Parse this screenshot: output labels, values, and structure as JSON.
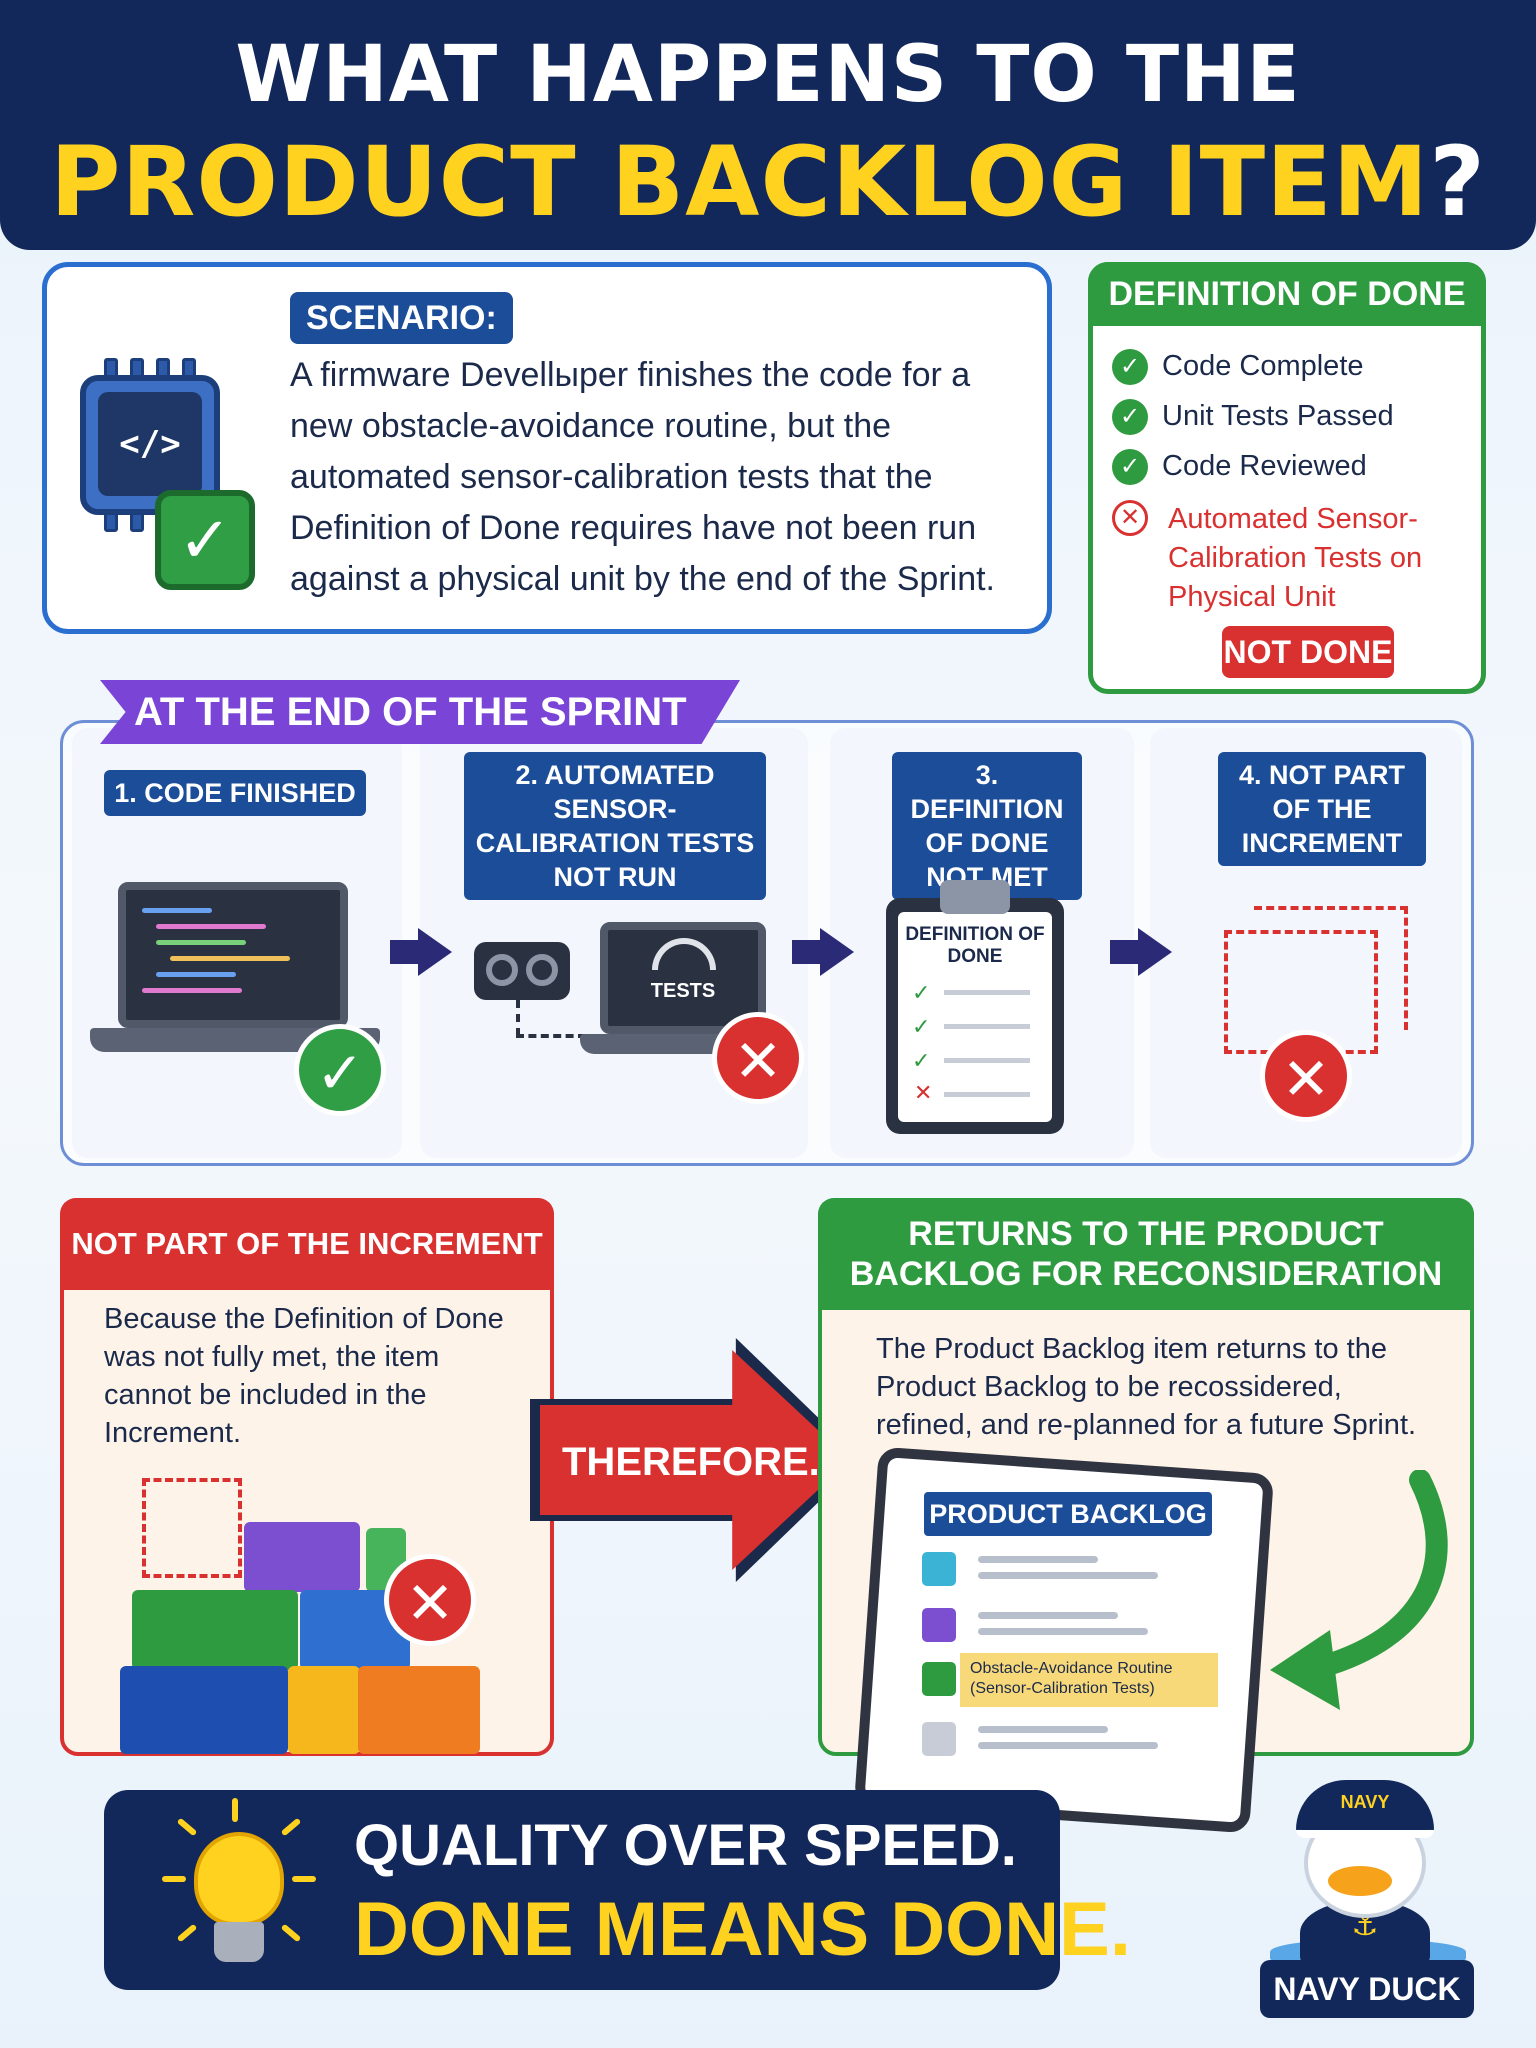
{
  "header": {
    "line1": "WHAT HAPPENS TO THE",
    "line2": "PRODUCT BACKLOG ITEM",
    "question_mark": "?"
  },
  "scenario": {
    "tag": "SCENARIO:",
    "text": "A firmware Devellыper finishes the code for a new obstacle-avoidance routine, but the automated sensor-calibration tests that the Definition of Done requires have not been run against a physical unit by the end of the Sprint.",
    "chip_glyph": "</>"
  },
  "definition_of_done": {
    "title": "DEFINITION OF DONE",
    "items": [
      {
        "label": "Code Complete",
        "status": "done"
      },
      {
        "label": "Unit Tests Passed",
        "status": "done"
      },
      {
        "label": "Code Reviewed",
        "status": "done"
      }
    ],
    "failed_item": "Automated Sensor-Calibration Tests on Physical Unit",
    "verdict": "NOT DONE"
  },
  "sprint": {
    "banner": "AT THE END OF THE SPRINT",
    "steps": [
      {
        "label": "1. CODE FINISHED",
        "result": "ok"
      },
      {
        "label": "2. AUTOMATED SENSOR-CALIBRATION TESTS NOT RUN",
        "result": "fail",
        "gauge_text": "TESTS"
      },
      {
        "label": "3. DEFINITION OF DONE NOT MET",
        "result": "fail",
        "clipboard_title": "DEFINITION OF DONE"
      },
      {
        "label": "4. NOT PART OF THE INCREMENT",
        "result": "fail"
      }
    ]
  },
  "not_part": {
    "title": "NOT PART OF THE INCREMENT",
    "text": "Because the Definition of Done was not fully met, the item cannot be included in the Increment."
  },
  "therefore": "THEREFORE...",
  "returns": {
    "title": "RETURNS TO THE PRODUCT BACKLOG FOR RECONSIDERATION",
    "text": "The Product Backlog item returns to the Product Backlog to be recossidered, refined, and re-planned for a future Sprint.",
    "backlog_title": "PRODUCT BACKLOG",
    "highlighted_item": "Obstacle-Avoidance Routine (Sensor-Calibration Tests)"
  },
  "footer": {
    "line1": "QUALITY OVER SPEED.",
    "line2": "DONE MEANS DONE."
  },
  "mascot": {
    "cap_text": "NAVY",
    "name": "NAVY DUCK"
  },
  "colors": {
    "navy": "#13285a",
    "yellow": "#ffd21f",
    "blue": "#1c4d99",
    "green": "#2e9b40",
    "red": "#d93030",
    "purple": "#7a45d6"
  }
}
